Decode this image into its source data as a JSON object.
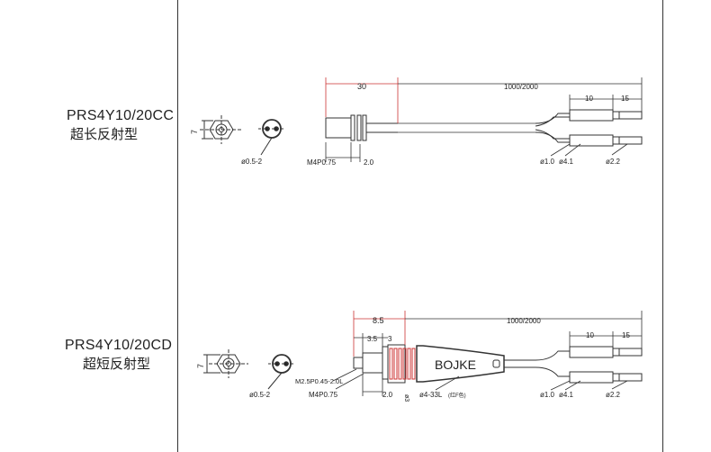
{
  "sensor1": {
    "model": "PRS4Y10/20CC",
    "type_cn": "超长反射型",
    "dims": {
      "width": "7",
      "lens_dia": "ø0.5-2",
      "length": "30",
      "cable": "1000/2000",
      "thread": "M4P0.75",
      "thread_len": "2.0",
      "seg1": "10",
      "seg2": "15",
      "fiber_core": "ø1.0",
      "fiber_jacket": "ø4.1",
      "tip_dia": "ø2.2"
    }
  },
  "sensor2": {
    "model": "PRS4Y10/20CD",
    "type_cn": "超短反射型",
    "brand": "BOJKE",
    "dims": {
      "width": "7",
      "lens_dia": "ø0.5-2",
      "length": "8.5",
      "cable": "1000/2000",
      "step1": "3.5",
      "step2": "3",
      "thread_small": "M2.5P0.45-2.0L",
      "thread": "M4P0.75",
      "thread_len": "2.0",
      "boot_len": "ø3",
      "boot": "ø4-33L",
      "boot_note": "(红F色)",
      "seg1": "10",
      "seg2": "15",
      "fiber_core": "ø1.0",
      "fiber_jacket": "ø4.1",
      "tip_dia": "ø2.2"
    }
  }
}
